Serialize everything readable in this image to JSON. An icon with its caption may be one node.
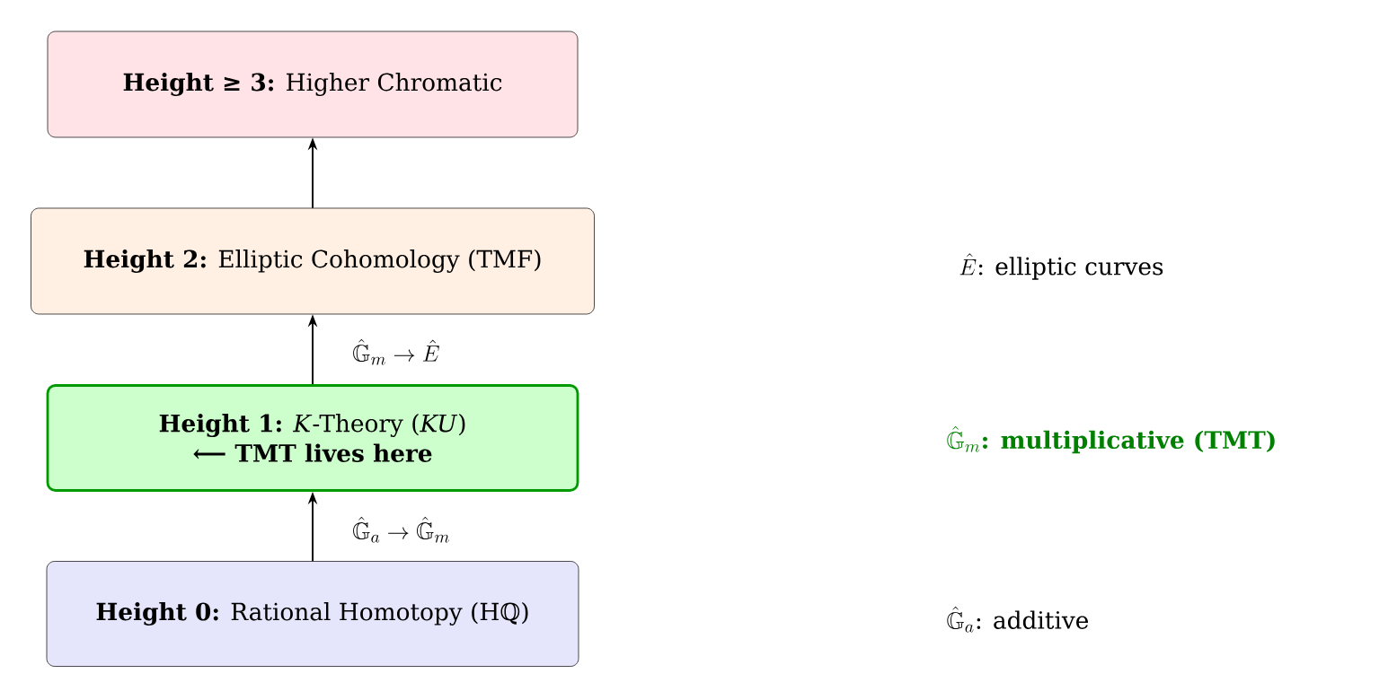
{
  "diagram": {
    "nodes": [
      {
        "text": [
          "**Height ≥ 3:** Higher Chromatic"
        ]
      },
      {
        "text": [
          "**Height 2:** Elliptic Cohomology (TMF)"
        ]
      },
      {
        "text": [
          "**Height 1:** *K*-Theory (*KU*)",
          "⟵ TMT lives here"
        ]
      },
      {
        "text": [
          "**Height 0:** Rational Homotopy (Hℚ)"
        ]
      }
    ],
    "edges": [
      {
        "from": 1,
        "to": 0,
        "arrow": "to"
      },
      {
        "from": 2,
        "to": 1,
        "arrow": "to",
        "label": "\\hat{\\mathbb{G}}_m \\to \\hat{E}"
      },
      {
        "from": 3,
        "to": 2,
        "arrow": "to",
        "label": "\\hat{\\mathbb{G}}_a \\to \\hat{\\mathbb{G}}_m"
      }
    ],
    "labels": [
      "\\hat{E}\\text{: elliptic curves}",
      "\\hat{\\mathbb{G}}_m\\textbf{: multiplicative (TMT)}",
      "\\hat{\\mathbb{G}}_a\\text{: additive}"
    ]
  }
}
